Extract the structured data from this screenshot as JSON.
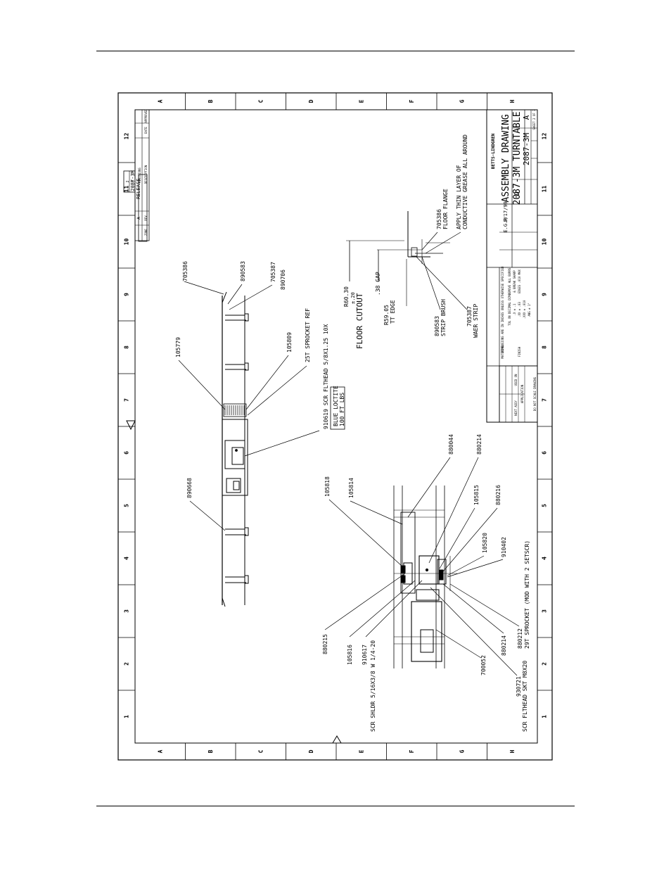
{
  "title_block": {
    "company": "BETTS-LINDGREN",
    "drawing_title_1": "ASSEMBLY DRAWING",
    "drawing_title_2": "2087-3M TURNTABLE",
    "drawing_number": "2087-3M",
    "revision": "A",
    "size": "D",
    "sheet": "SHEET 2 OF 3",
    "date": "8/17/99",
    "drawn_by": "E.G.R",
    "tolerance_header": "DIMENSIONS ARE IN INCHES UNLESS OTHERWISE SPECIFIED",
    "tolerances": [
      "TOL ON DECIMAL DIM.",
      ".X ± .1",
      ".XX ± .03",
      ".XXX ± .010",
      "ANG ± 1°"
    ],
    "notes": [
      "REMOVE ALL BURRS",
      "& BREAK SHARP",
      "EDGES .010 MAX"
    ],
    "material_label": "MATERIAL",
    "finish_label": "FINISH",
    "next_assy": "NEXT ASSY",
    "used_on": "USED ON",
    "application": "APPLICATION",
    "do_not_scale": "DO NOT SCALE DRAWING"
  },
  "revision_block": {
    "dwg_no": "2087-3M",
    "sheet_box": "2",
    "rev_box": "A",
    "header": "REVISIONS",
    "release": "RELEASE",
    "rev": "A",
    "cols": [
      "ZONE",
      "REV",
      "DESCRIPTION",
      "DATE",
      "APPROVED"
    ]
  },
  "zones": {
    "letters": [
      "A",
      "B",
      "C",
      "D",
      "E",
      "F",
      "G",
      "H"
    ],
    "numbers": [
      "12",
      "11",
      "10",
      "9",
      "8",
      "7",
      "6",
      "5",
      "4",
      "3",
      "2",
      "1"
    ]
  },
  "callouts": {
    "c705386a": "705386",
    "c890583a": "890583",
    "c705387a": "705387",
    "c890706": "890706",
    "c105779": "105779",
    "c105809": "105809",
    "c25t": "25T SPROCKET REF",
    "c910619": "910619  SCR FLTHEAD 5/8X1.25 10X",
    "c_loctite1": "BLUE LOCTITE",
    "c_loctite2": "100 FT LBS",
    "c890668": "890668",
    "c105818": "105818",
    "c105814": "105814",
    "c880044": "880044",
    "c880214a": "880214",
    "c105815": "105815",
    "c880216": "880216",
    "c105820": "105820",
    "c910402": "910402",
    "c880215": "880215",
    "c105816": "105816",
    "c910617a": "910617",
    "c910617b": "SCR SHLDR 5/16X3/8 W 1/4-20",
    "c700052": "700052",
    "c880214b": "880214",
    "c880212a": "880212",
    "c880212b": "29T SPROCKET (MOD WITH 2 SETSCR)",
    "c930721a": "930721",
    "c930721b": "SCR FLTHEAD SKT M8X20",
    "r6030": "R60.30",
    "r6030tol": "±.20",
    "gap": ".38 GAP",
    "r5905": "R59.05",
    "tt_edge": "TT EDGE",
    "floor_cutout": "FLOOR CUTOUT",
    "c705386b": "705386",
    "floor_flange": "FLOOR FLANGE",
    "grease1": "APPLY THIN LAYER OF",
    "grease2": "CONDUCTIVE GREASE ALL AROUND",
    "c890583b": "890583",
    "strip_brush": "STRIP BRUSH",
    "c705387b": "705387",
    "waer_strip": "WAER STRIP"
  }
}
